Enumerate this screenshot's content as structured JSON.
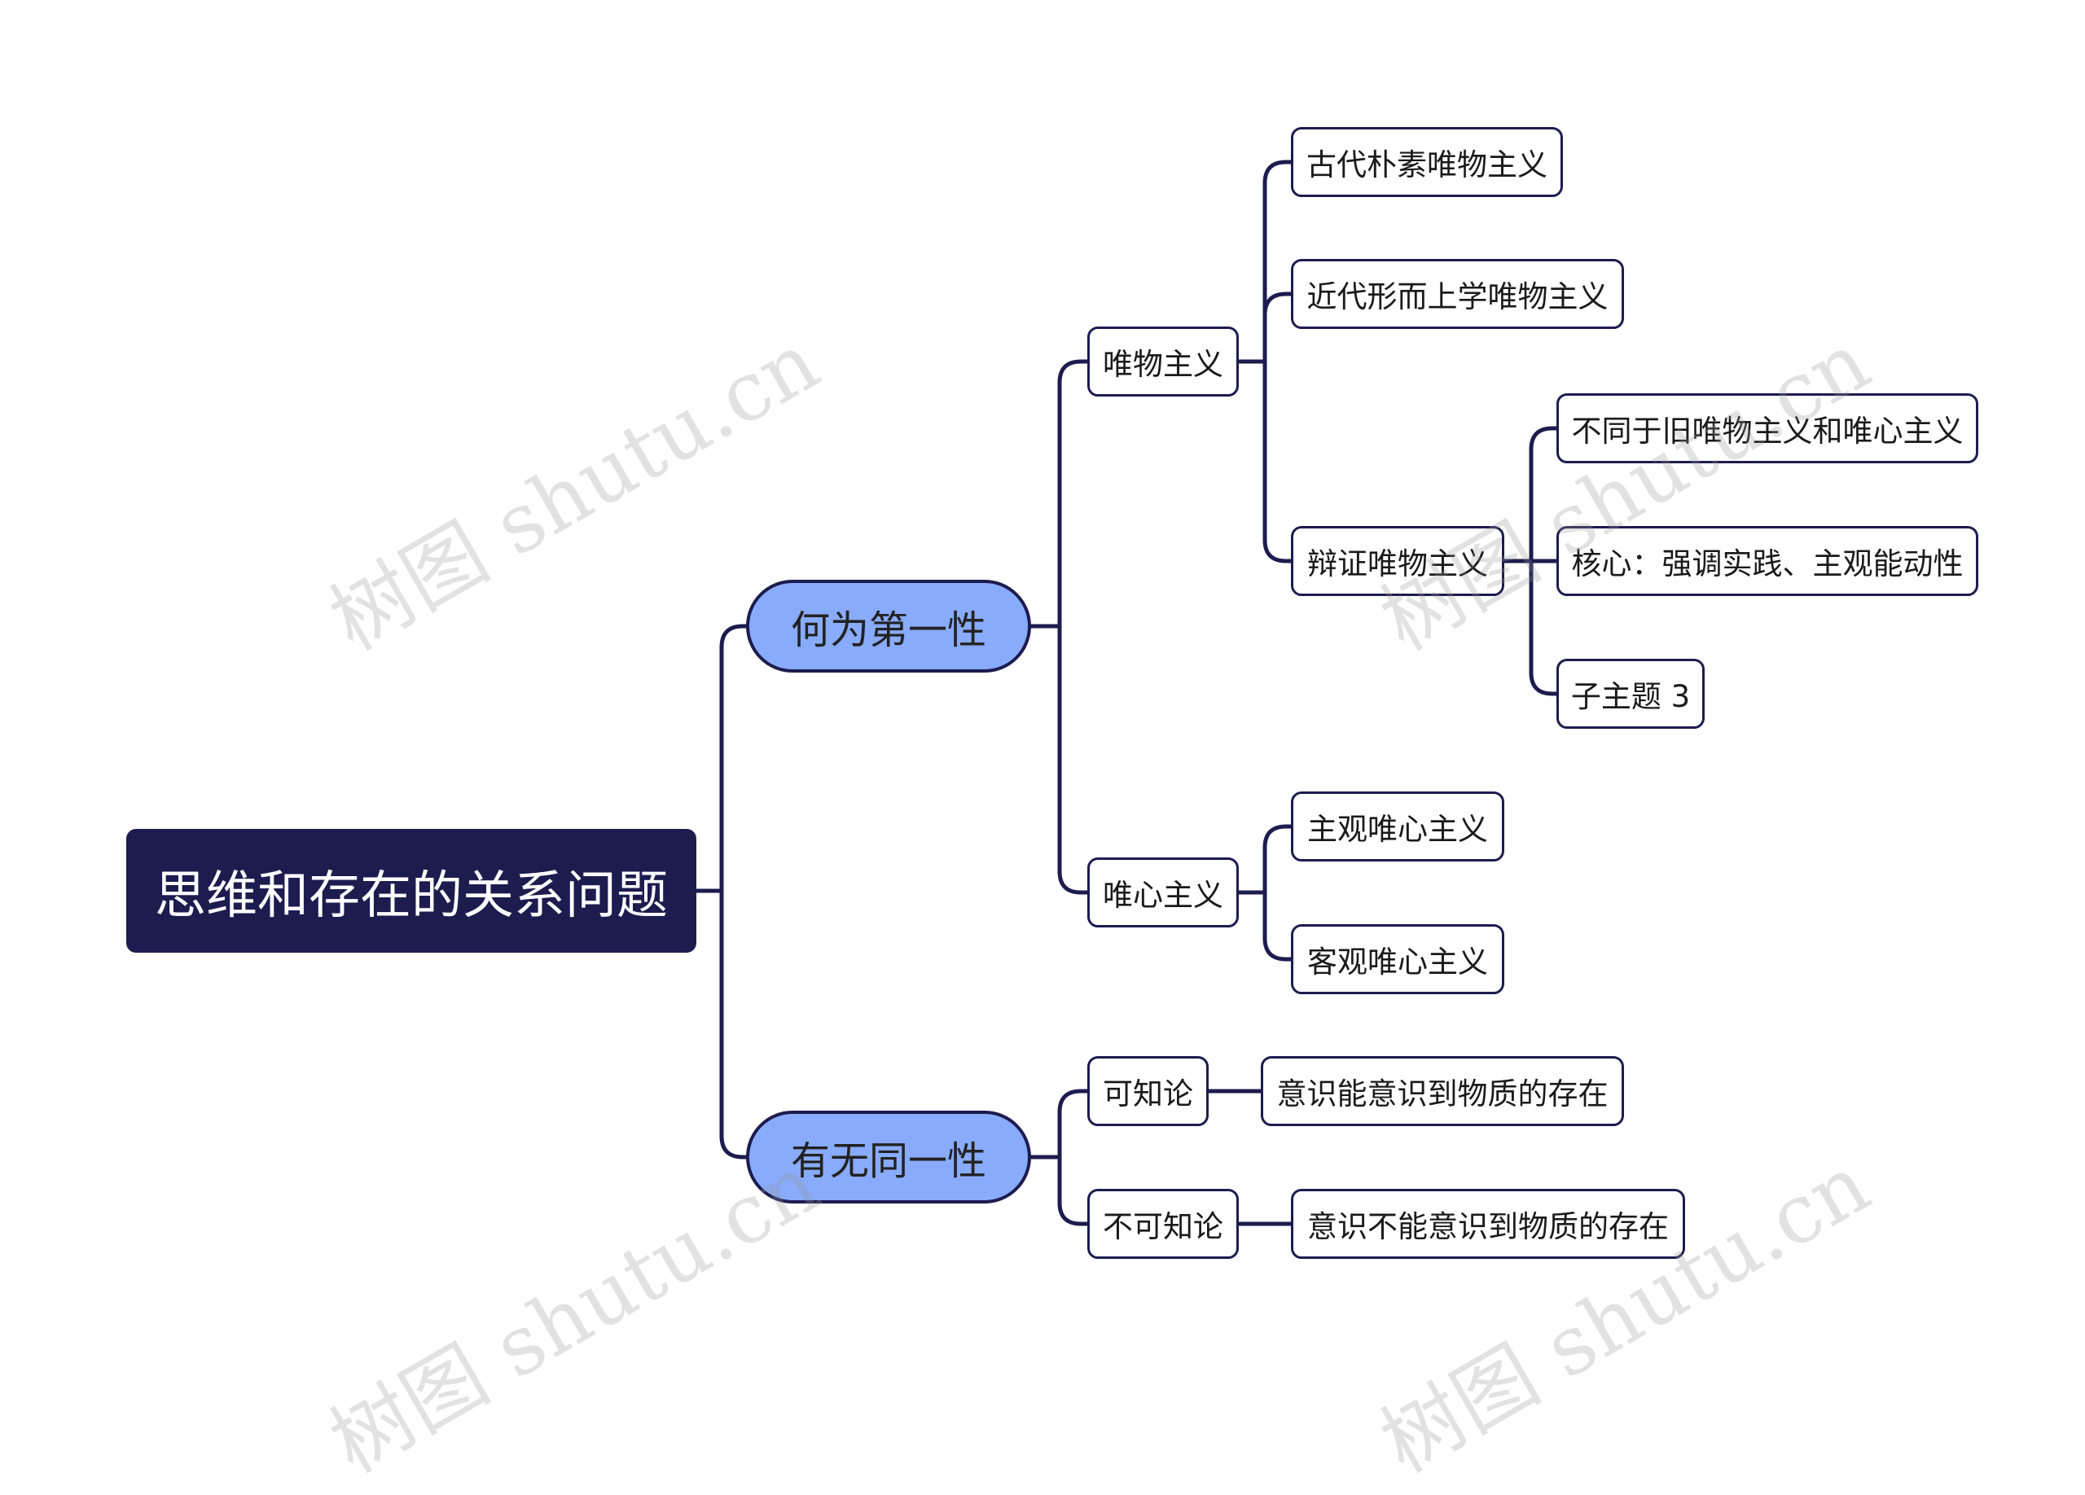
{
  "mindmap": {
    "root": "思维和存在的关系问题",
    "branches": [
      {
        "label": "何为第一性",
        "children": [
          {
            "label": "唯物主义",
            "children": [
              {
                "label": "古代朴素唯物主义"
              },
              {
                "label": "近代形而上学唯物主义"
              },
              {
                "label": "辩证唯物主义",
                "children": [
                  {
                    "label": "不同于旧唯物主义和唯心主义"
                  },
                  {
                    "label": "核心：强调实践、主观能动性"
                  },
                  {
                    "label": "子主题 3"
                  }
                ]
              }
            ]
          },
          {
            "label": "唯心主义",
            "children": [
              {
                "label": "主观唯心主义"
              },
              {
                "label": "客观唯心主义"
              }
            ]
          }
        ]
      },
      {
        "label": "有无同一性",
        "children": [
          {
            "label": "可知论",
            "children": [
              {
                "label": "意识能意识到物质的存在"
              }
            ]
          },
          {
            "label": "不可知论",
            "children": [
              {
                "label": "意识不能意识到物质的存在"
              }
            ]
          }
        ]
      }
    ]
  },
  "watermark": "树图 shutu.cn",
  "colors": {
    "root_fill": "#1d1c4f",
    "branch_fill": "#89abfb",
    "line": "#1d1c4f",
    "leaf_fill": "#ffffff"
  }
}
